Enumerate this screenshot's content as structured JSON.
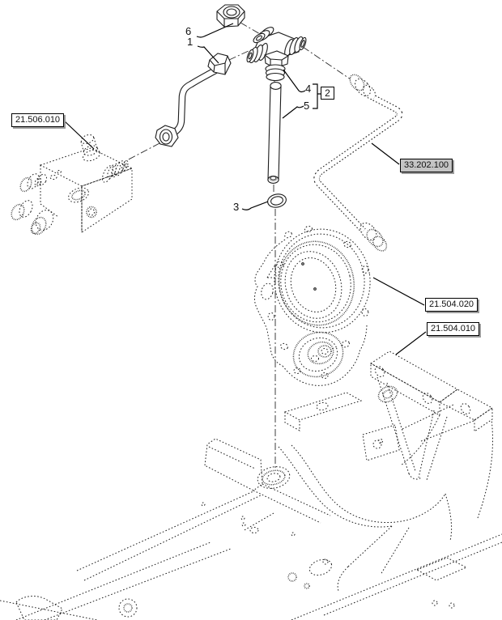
{
  "colors": {
    "background": "#ffffff",
    "line": "#1c1c1c",
    "box_border": "#000000",
    "box_shadow": "#9b9b9b",
    "box_fill": "#ffffff",
    "box_fill_highlighted": "#c4c4c4",
    "text": "#111111"
  },
  "callouts": {
    "c1": "1",
    "c2": "2",
    "c3": "3",
    "c4": "4",
    "c5": "5",
    "c6": "6"
  },
  "group_refs": {
    "valve": {
      "label": "21.506.010",
      "highlighted": false
    },
    "hose": {
      "label": "33.202.100",
      "highlighted": true
    },
    "cover": {
      "label": "21.504.020",
      "highlighted": false
    },
    "frame": {
      "label": "21.504.010",
      "highlighted": false
    }
  }
}
